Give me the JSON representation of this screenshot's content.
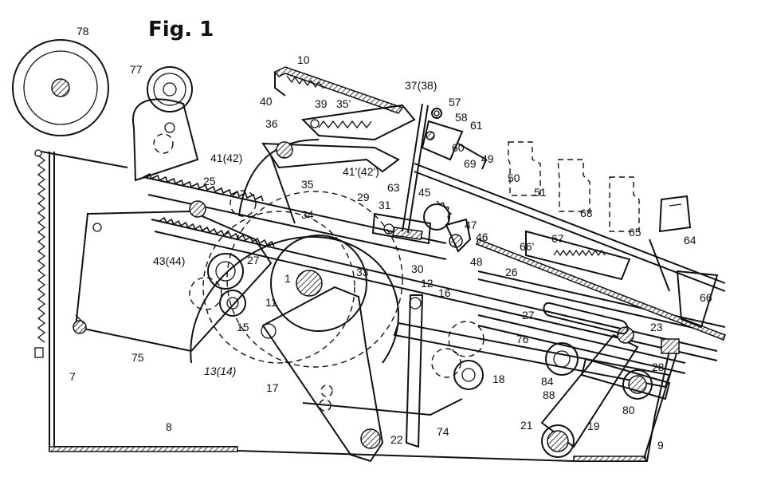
{
  "figure": {
    "title": "Fig. 1",
    "labels": {
      "l78": "78",
      "l77": "77",
      "l10": "10",
      "l40": "40",
      "l39": "39",
      "l35p": "35'",
      "l37": "37(38)",
      "l57": "57",
      "l58": "58",
      "l61": "61",
      "l60": "60",
      "l36": "36",
      "l41": "41(42)",
      "l41p": "41'(42')",
      "l35": "35",
      "l25": "25",
      "l29": "29",
      "l31": "31",
      "l34": "34",
      "l63": "63",
      "l45": "45",
      "l47": "47",
      "l46": "46",
      "l48": "48",
      "l69": "69",
      "l49": "49",
      "l50": "50",
      "l51": "51",
      "l68": "68",
      "l67": "67",
      "l66p": "66'",
      "l65": "65",
      "l64": "64",
      "l66": "66",
      "l43": "43(44)",
      "l27a": "27",
      "l33": "33",
      "l30": "30",
      "l26": "26",
      "l1": "1",
      "l11": "11",
      "l12": "12",
      "l16": "16",
      "l27b": "27",
      "l23": "23",
      "l76": "76",
      "l28": "28",
      "l15": "15",
      "l75": "75",
      "l13": "13(14)",
      "l17": "17",
      "l18": "18",
      "l84": "84",
      "l88": "88",
      "l80": "80",
      "l7": "7",
      "l8": "8",
      "l74": "74",
      "l21": "21",
      "l19": "19",
      "l22": "22",
      "l9": "9"
    }
  }
}
